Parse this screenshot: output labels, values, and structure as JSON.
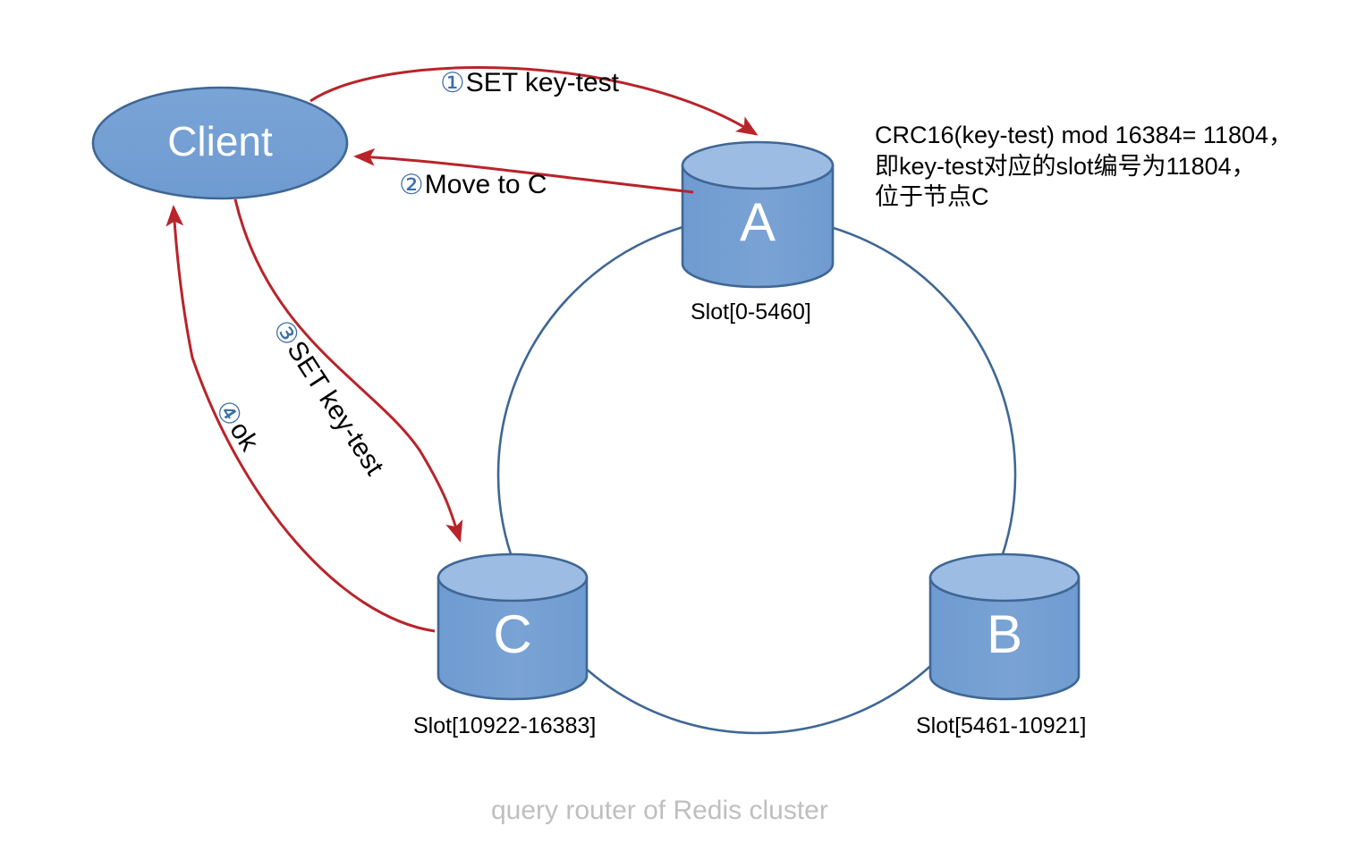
{
  "diagram": {
    "caption": "query router of Redis cluster",
    "client": {
      "label": "Client"
    },
    "annotation": "CRC16(key-test) mod 16384= 11804，\n即key-test对应的slot编号为11804，\n位于节点C",
    "nodes": [
      {
        "id": "A",
        "label": "A",
        "slot": "Slot[0-5460]"
      },
      {
        "id": "B",
        "label": "B",
        "slot": "Slot[5461-10921]"
      },
      {
        "id": "C",
        "label": "C",
        "slot": "Slot[10922-16383]"
      }
    ],
    "steps": [
      {
        "num": "①",
        "text": "SET key-test"
      },
      {
        "num": "②",
        "text": "Move to C"
      },
      {
        "num": "③",
        "text": "SET key-test"
      },
      {
        "num": "④",
        "text": "ok"
      }
    ],
    "colors": {
      "node_body": "#6e9bd1",
      "node_top": "#9cbce3",
      "node_stroke": "#3f6795",
      "ring": "#3f6795",
      "arrow": "#b8242a",
      "step_number": "#3d6ea8",
      "caption": "#bfbfbf"
    }
  }
}
